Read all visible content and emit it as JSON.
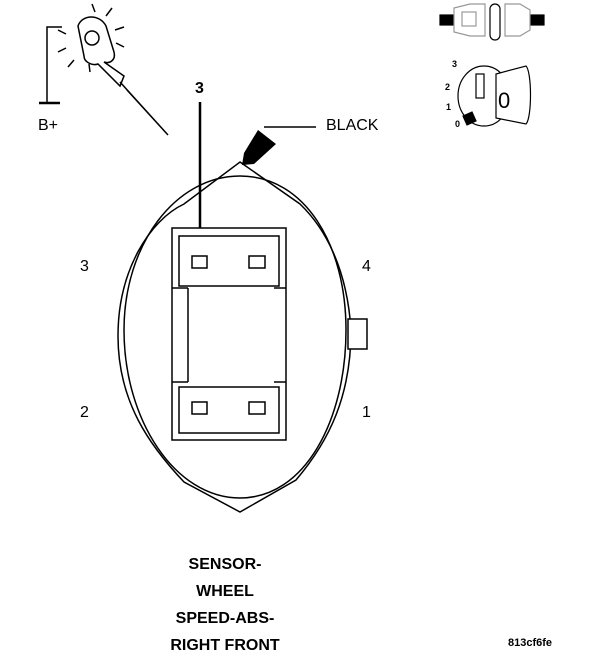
{
  "probe": {
    "supply_label": "B+"
  },
  "callout": {
    "pin_number": "3"
  },
  "connector": {
    "color_label": "BLACK",
    "pins": {
      "top_left": "3",
      "top_right": "4",
      "bottom_left": "2",
      "bottom_right": "1"
    }
  },
  "ignition": {
    "positions": [
      "3",
      "2",
      "1",
      "0"
    ],
    "key_label": "0"
  },
  "caption_lines": [
    "SENSOR-",
    "WHEEL",
    "SPEED-ABS-",
    "RIGHT FRONT"
  ],
  "figure_id": "813cf6fe"
}
